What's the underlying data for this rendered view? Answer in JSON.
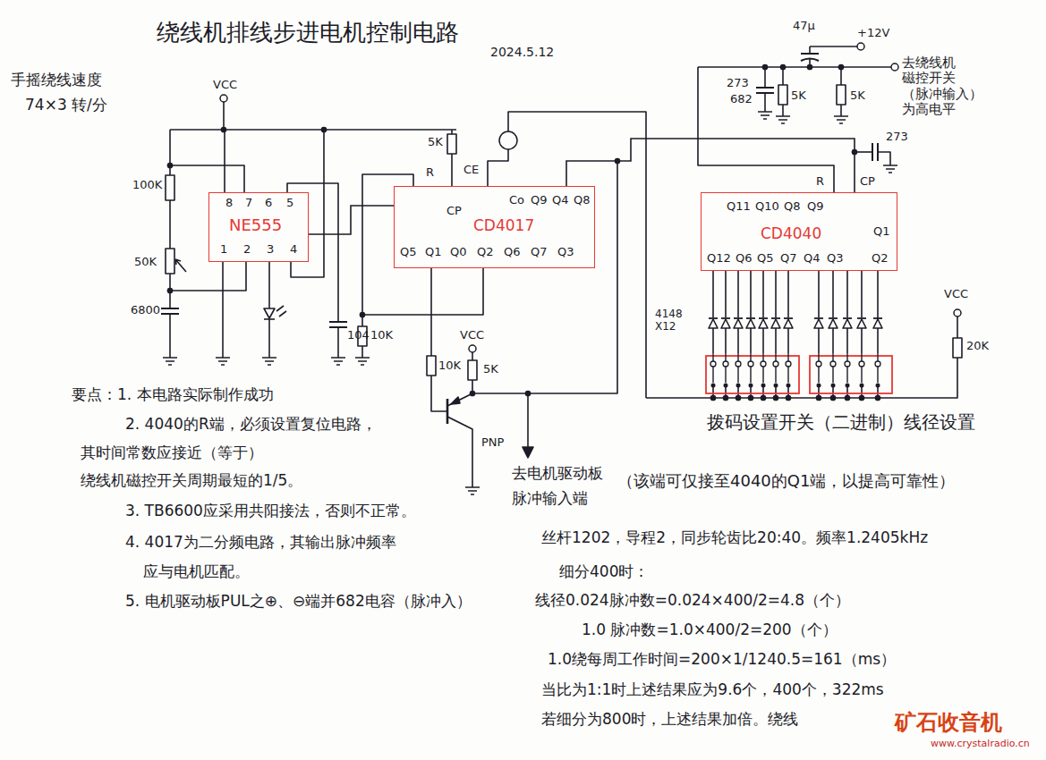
{
  "diagram": {
    "title": "绕线机排线步进电机控制电路",
    "nodes": [
      {
        "text": [
          "8",
          "7",
          "6",
          "5",
          "NE555",
          "1",
          "2",
          "3",
          "4"
        ]
      },
      {
        "text": [
          "CP",
          "Co",
          "Q9",
          "Q4",
          "Q8",
          "CD4017",
          "Q5",
          "Q1",
          "Q0",
          "Q2",
          "Q6",
          "Q7",
          "Q3"
        ]
      },
      {
        "text": [
          "Q11",
          "Q10",
          "Q8",
          "Q9",
          "CD4040",
          "Q1",
          "Q12",
          "Q6",
          "Q5",
          "Q7",
          "Q4",
          "Q3",
          "Q2"
        ]
      },
      {
        "text": [
          "拨码设置开关（二进制）线径设置"
        ]
      }
    ],
    "edges": [
      {
        "from": 0,
        "to": 1,
        "arrow": "none"
      },
      {
        "from": 1,
        "to": 2,
        "arrow": "none"
      },
      {
        "from": 2,
        "to": 3,
        "arrow": "none"
      }
    ],
    "labels": [
      "2024.5.12",
      "手摇绕线速度",
      "74×3 转/分",
      "VCC",
      "100K",
      "50K",
      "6800",
      "104",
      "5K",
      "R",
      "CE",
      "10K",
      "10K",
      "VCC",
      "5K",
      "PNP",
      "47μ",
      "+12V",
      "273",
      "682",
      "5K",
      "5K",
      "去绕线机 磁控开关 （脉冲输入） 为高电平",
      "273",
      "R",
      "CP",
      "4148 X12",
      "VCC",
      "20K",
      "要点：1. 本电路实际制作成功",
      "2. 4040的R端，必须设置复位电路，",
      "其时间常数应接近（等于）",
      "绕线机磁控开关周期最短的1/5。",
      "3. TB6600应采用共阳接法，否则不正常。",
      "4. 4017为二分频电路，其输出脉冲频率",
      "应与电机匹配。",
      "5. 电机驱动板PUL之⊕、⊖端并682电容（脉冲入）",
      "去电机驱动板",
      "脉冲输入端",
      "（该端可仅接至4040的Q1端，以提高可靠性）",
      "丝杆1202，导程2，同步轮齿比20:40。频率1.2405kHz",
      "细分400时：",
      "线径0.024脉冲数=0.024×400/2=4.8（个）",
      "1.0 脉冲数=1.0×400/2=200（个）",
      "1.0绕每周工作时间=200×1/1240.5=161（ms）",
      "当比为1:1时上述结果应为9.6个，400个，322ms",
      "若细分为800时，上述结果加倍。绕线",
      "矿石收音机",
      "www.crystalradio.cn"
    ]
  }
}
